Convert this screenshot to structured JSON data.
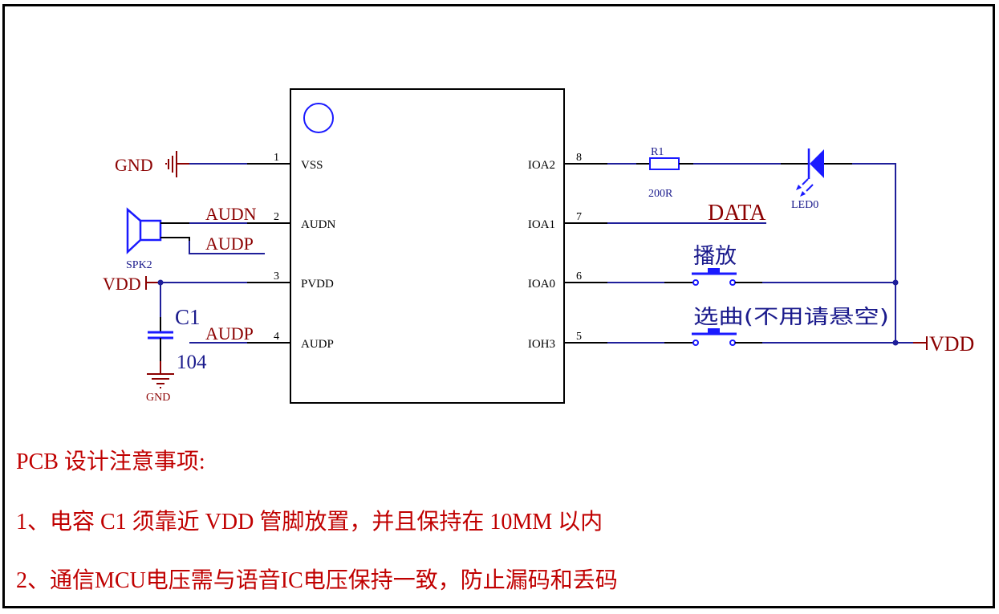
{
  "colors": {
    "wire": "#1f1f9a",
    "lead": "#000000",
    "component": "#1a1aff",
    "net_label": "#8b0000",
    "comp_label": "#1a1a8c",
    "note": "#c00000"
  },
  "ic": {
    "pins_left": [
      {
        "num": "1",
        "name": "VSS"
      },
      {
        "num": "2",
        "name": "AUDN"
      },
      {
        "num": "3",
        "name": "PVDD"
      },
      {
        "num": "4",
        "name": "AUDP"
      }
    ],
    "pins_right": [
      {
        "num": "8",
        "name": "IOA2"
      },
      {
        "num": "7",
        "name": "IOA1"
      },
      {
        "num": "6",
        "name": "IOA0"
      },
      {
        "num": "5",
        "name": "IOH3"
      }
    ]
  },
  "nets": {
    "gnd_top": "GND",
    "audn": "AUDN",
    "audp_speaker": "AUDP",
    "vdd_left": "VDD",
    "audp_pin4": "AUDP",
    "gnd_bottom": "GND",
    "data": "DATA",
    "vdd_right": "VDD"
  },
  "components": {
    "speaker": {
      "ref": "SPK2"
    },
    "capacitor": {
      "ref": "C1",
      "value": "104"
    },
    "resistor": {
      "ref": "R1",
      "value": "200R"
    },
    "led": {
      "ref": "LED0"
    },
    "switch_play": {
      "label": "播放"
    },
    "switch_select": {
      "label": "选曲(不用请悬空)"
    }
  },
  "notes": {
    "title": "PCB  设计注意事项:",
    "items": [
      "1、电容 C1 须靠近 VDD 管脚放置，并且保持在 10MM 以内",
      "2、通信MCU电压需与语音IC电压保持一致，防止漏码和丢码"
    ]
  }
}
